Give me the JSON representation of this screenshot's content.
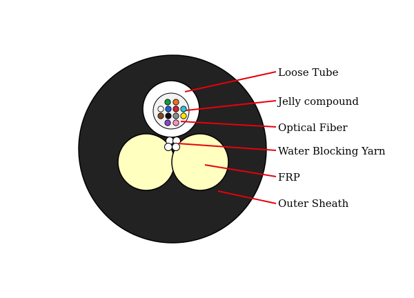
{
  "diagram": {
    "labels": {
      "loose_tube": "Loose Tube",
      "jelly_compound": "Jelly compound",
      "optical_fiber": "Optical Fiber",
      "water_blocking_yarn": "Water Blocking Yarn",
      "frp": "FRP",
      "outer_sheath": "Outer Sheath"
    },
    "colors": {
      "sheath": "#222222",
      "frp": "#ffffc0",
      "loose_tube": "#ffffff",
      "jelly": "#f2f2f2",
      "leader": "#e8000b"
    },
    "fibers": [
      {
        "name": "green-fiber",
        "color": "#0f9d3a"
      },
      {
        "name": "orange-fiber",
        "color": "#e8731c"
      },
      {
        "name": "white-fiber",
        "color": "#ffffff"
      },
      {
        "name": "blue-fiber",
        "color": "#1f5fd0"
      },
      {
        "name": "red-fiber",
        "color": "#d3232a"
      },
      {
        "name": "aqua-fiber",
        "color": "#2cc3d6"
      },
      {
        "name": "brown-fiber",
        "color": "#8a4a1e"
      },
      {
        "name": "black-fiber",
        "color": "#111111"
      },
      {
        "name": "gray-fiber",
        "color": "#8d8d8d"
      },
      {
        "name": "yellow-fiber",
        "color": "#ffe600"
      },
      {
        "name": "violet-fiber",
        "color": "#8e44c9"
      },
      {
        "name": "pink-fiber",
        "color": "#ff8fc5"
      }
    ]
  }
}
